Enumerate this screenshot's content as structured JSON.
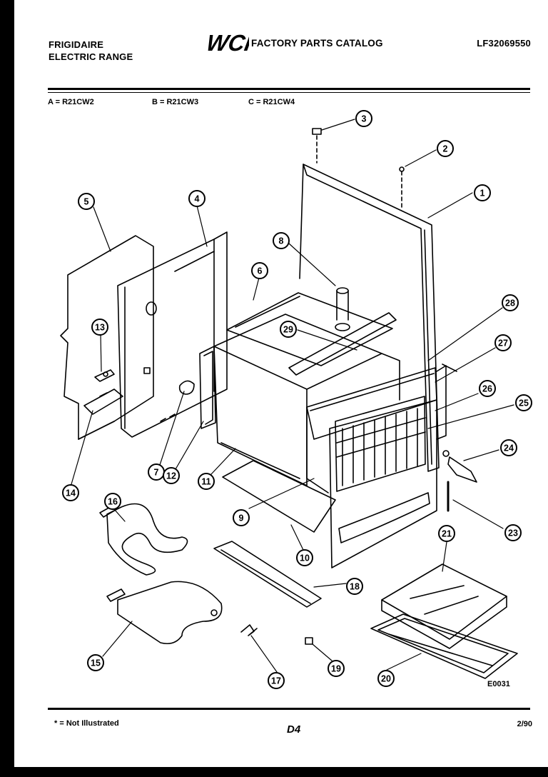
{
  "header": {
    "brand_line1": "FRIGIDAIRE",
    "brand_line2": "ELECTRIC RANGE",
    "logo_text": "WCI",
    "catalog_title": "FACTORY PARTS CATALOG",
    "part_number": "LF32069550"
  },
  "models": {
    "a": "A = R21CW2",
    "b": "B = R21CW3",
    "c": "C = R21CW4"
  },
  "callouts": [
    "1",
    "2",
    "3",
    "4",
    "5",
    "6",
    "7",
    "8",
    "9",
    "10",
    "11",
    "12",
    "13",
    "14",
    "15",
    "16",
    "17",
    "18",
    "19",
    "20",
    "21",
    "23",
    "24",
    "25",
    "26",
    "27",
    "28",
    "29"
  ],
  "diagram_code": "E0031",
  "footer": {
    "footnote": "* = Not Illustrated",
    "page": "D4",
    "date": "2/90"
  },
  "colors": {
    "ink": "#000000",
    "paper": "#ffffff"
  }
}
